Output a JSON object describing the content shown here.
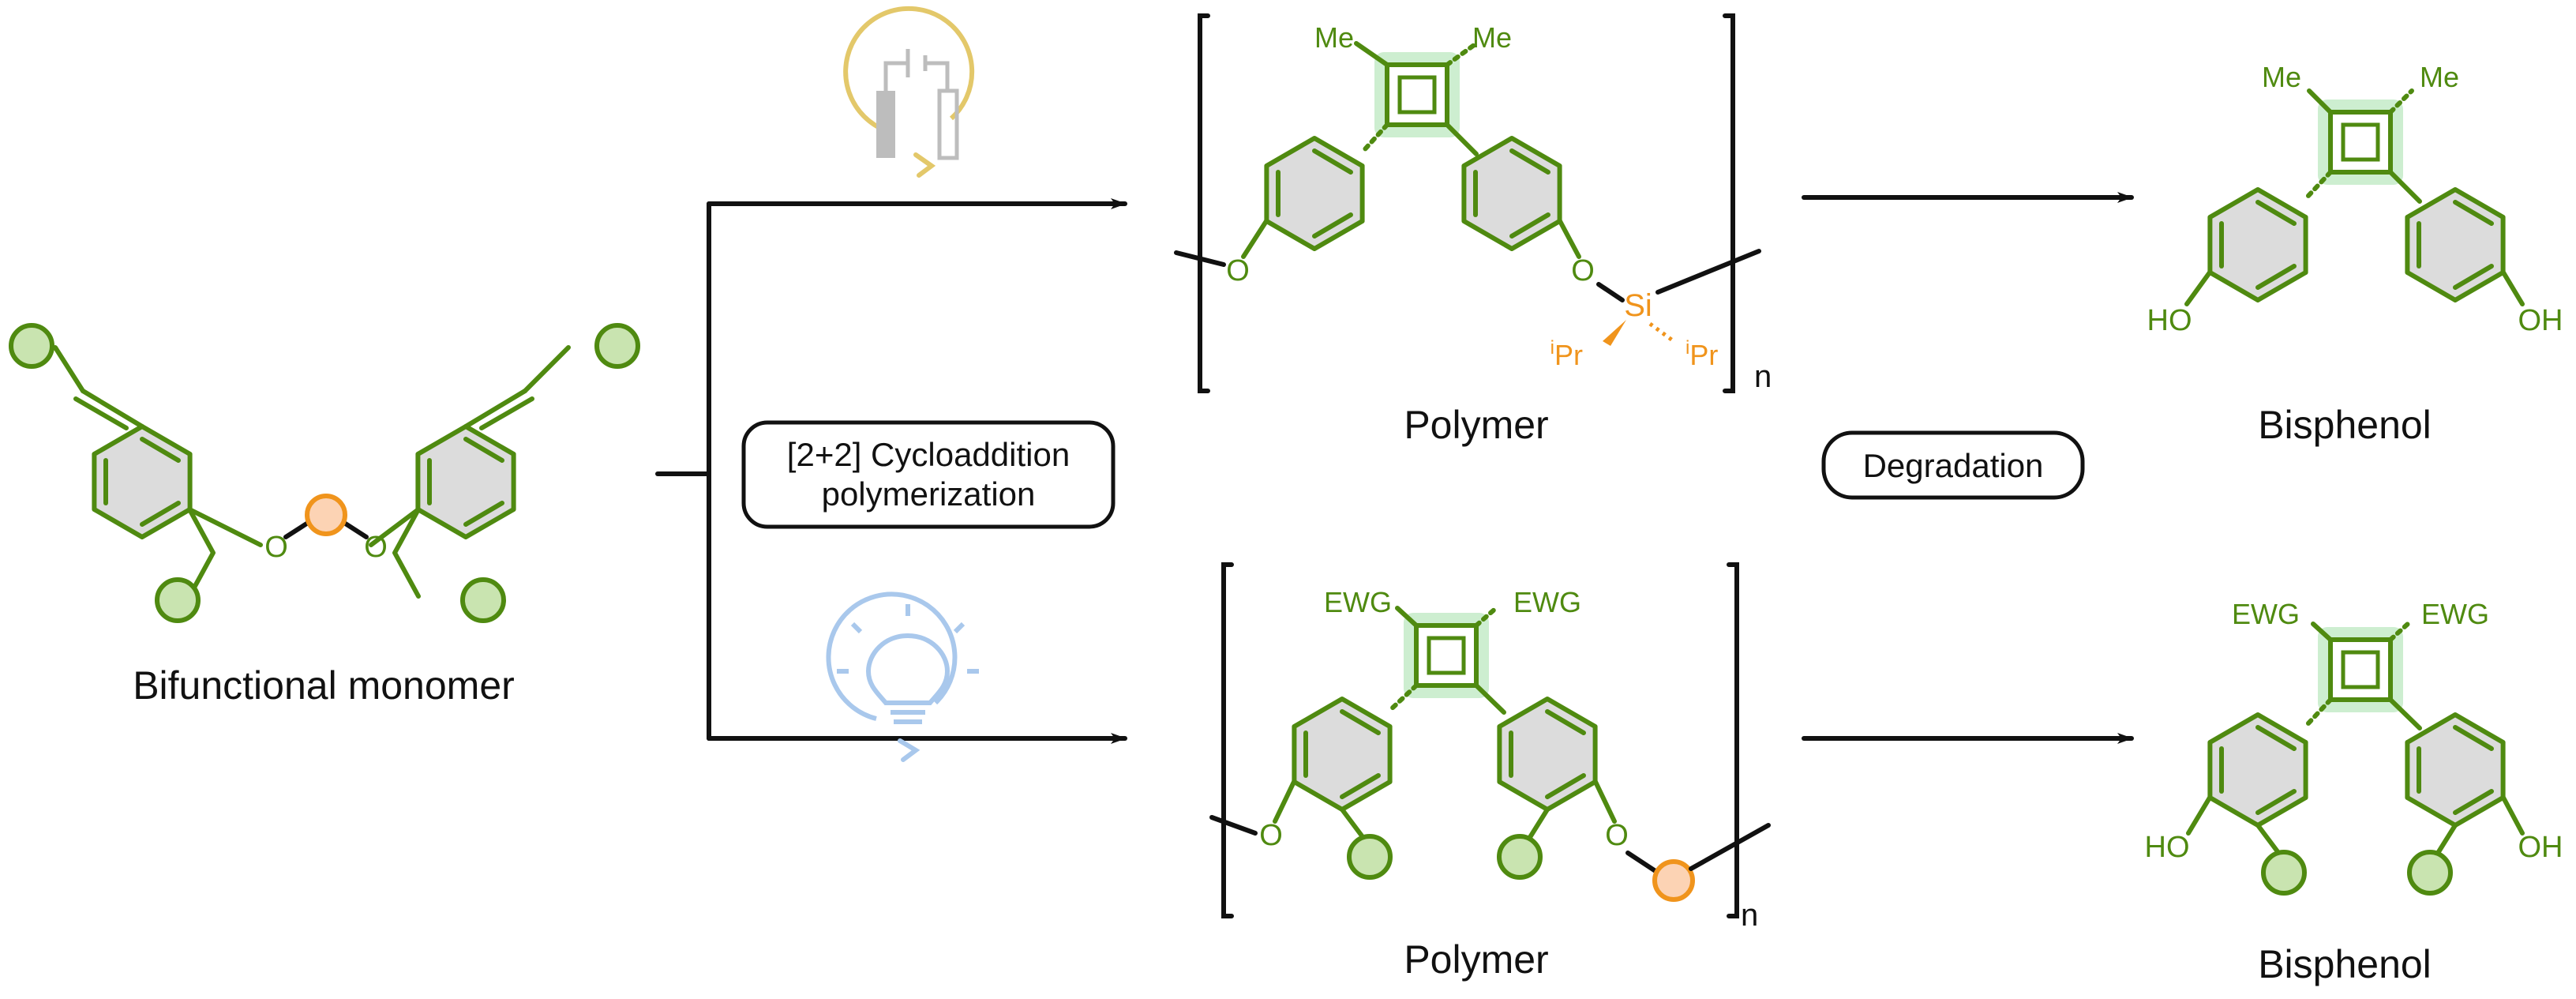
{
  "labels": {
    "monomer": "Bifunctional monomer",
    "polymerization_line1": "[2+2] Cycloaddition",
    "polymerization_line2": "polymerization",
    "degradation": "Degradation",
    "polymer_top": "Polymer",
    "polymer_bottom": "Polymer",
    "bisphenol_top": "Bisphenol",
    "bisphenol_bottom": "Bisphenol",
    "repeat_n": "n",
    "me": "Me",
    "ewg": "EWG",
    "oxygen": "O",
    "hydroxyl": "HO",
    "hydroxyl_right": "OH",
    "silicon": "Si",
    "isopropyl_prefix": "i",
    "isopropyl": "Pr"
  },
  "colors": {
    "structure": "#4f8a10",
    "aromatic_fill": "#dcdcdc",
    "cyclobutane_highlight": "#cdeed0",
    "substituent_fill": "#c9e4b0",
    "linker": "#f0941c",
    "linker_fill": "#fcd3b4",
    "electrochem_icon": "#e3c86a",
    "photo_icon": "#a9c8ec",
    "arrows": "#111111"
  },
  "icons": {
    "top_route": "electrochemical-cell-icon",
    "bottom_route": "light-bulb-icon"
  }
}
